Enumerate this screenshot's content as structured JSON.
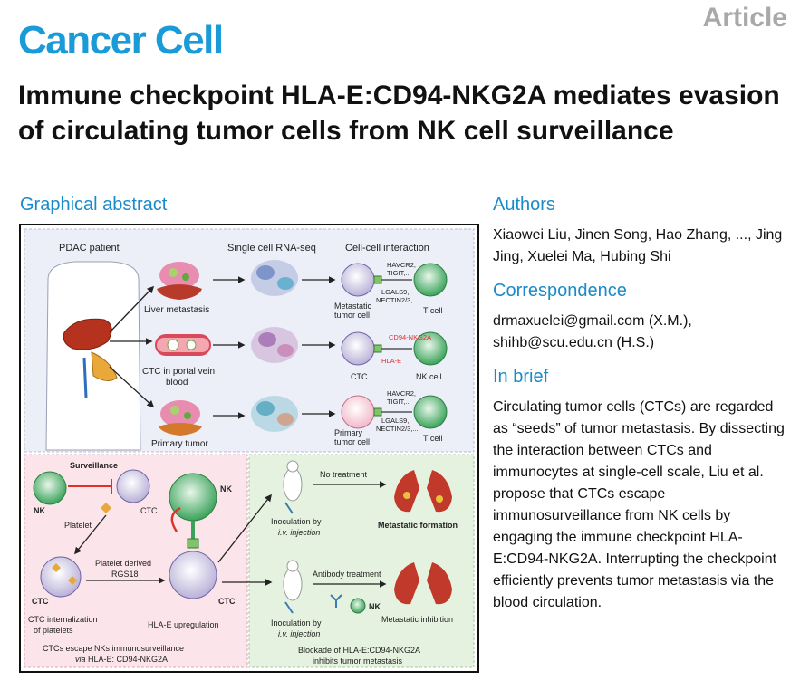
{
  "header": {
    "journal": "Cancer Cell",
    "article_type": "Article",
    "title": "Immune checkpoint HLA-E:CD94-NKG2A mediates evasion of circulating tumor cells from NK cell surveillance"
  },
  "graphical_abstract": {
    "heading": "Graphical abstract",
    "top": {
      "pdac_patient": "PDAC patient",
      "scrna": "Single cell RNA-seq",
      "cell_interaction": "Cell-cell interaction",
      "liver_metastasis": "Liver metastasis",
      "ctc_portal_1": "CTC in portal vein",
      "ctc_portal_2": "blood",
      "primary_tumor": "Primary tumor",
      "row1_lig1": "HAVCR2,",
      "row1_lig2": "TIGIT,...",
      "row1_lig3": "LGALS9,",
      "row1_lig4": "NECTIN2/3,...",
      "row1_left_1": "Metastatic",
      "row1_left_2": "tumor cell",
      "row1_right": "T cell",
      "row2_lig1": "CD94-NKG2A",
      "row2_lig2": "HLA-E",
      "row2_left": "CTC",
      "row2_right": "NK cell",
      "row3_lig1": "HAVCR2,",
      "row3_lig2": "TIGIT,...",
      "row3_lig3": "LGALS9,",
      "row3_lig4": "NECTIN2/3,...",
      "row3_left_1": "Primary",
      "row3_left_2": "tumor cell",
      "row3_right": "T cell"
    },
    "bottom_left": {
      "surveillance": "Surveillance",
      "nk1": "NK",
      "ctc1": "CTC",
      "platelet": "Platelet",
      "nk2": "NK",
      "platelet_derived_1": "Platelet derived",
      "platelet_derived_2": "RGS18",
      "ctc2": "CTC",
      "ctc3": "CTC",
      "ctc_internal_1": "CTC internalization",
      "ctc_internal_2": "of platelets",
      "hla_up": "HLA-E upregulation",
      "caption_1": "CTCs escape NKs immunosurveillance",
      "caption_2_italic": "via",
      "caption_2_rest": " HLA-E: CD94-NKG2A"
    },
    "bottom_right": {
      "no_treatment": "No treatment",
      "metastatic_formation": "Metastatic formation",
      "inoc1_1": "Inoculation by",
      "inoc1_2": "i.v. injection",
      "antibody_treatment": "Antibody treatment",
      "nk": "NK",
      "metastatic_inhibition": "Metastatic inhibition",
      "inoc2_1": "Inoculation by",
      "inoc2_2": "i.v. injection",
      "caption_1": "Blockade of HLA-E:CD94-NKG2A",
      "caption_2": "inhibits tumor metastasis"
    }
  },
  "authors": {
    "heading": "Authors",
    "text": "Xiaowei Liu, Jinen Song, Hao Zhang, ..., Jing Jing, Xuelei Ma, Hubing Shi"
  },
  "correspondence": {
    "heading": "Correspondence",
    "line1": "drmaxuelei@gmail.com (X.M.),",
    "line2": "shihb@scu.edu.cn (H.S.)"
  },
  "in_brief": {
    "heading": "In brief",
    "text": "Circulating tumor cells (CTCs) are regarded as “seeds” of tumor metastasis. By dissecting the interaction between CTCs and immunocytes at single-cell scale, Liu et al. propose that CTCs escape immunosurveillance from NK cells by engaging the immune checkpoint HLA-E:CD94-NKG2A. Interrupting the checkpoint efficiently prevents tumor metastasis via the blood circulation."
  },
  "colors": {
    "brand": "#1a9bd7",
    "top_panel_bg": "#eceef8",
    "bottom_left_bg": "#fbe5ea",
    "bottom_right_bg": "#e5f2df",
    "nk_green": "#3aa35a",
    "inhibit_red": "#e0302c"
  }
}
